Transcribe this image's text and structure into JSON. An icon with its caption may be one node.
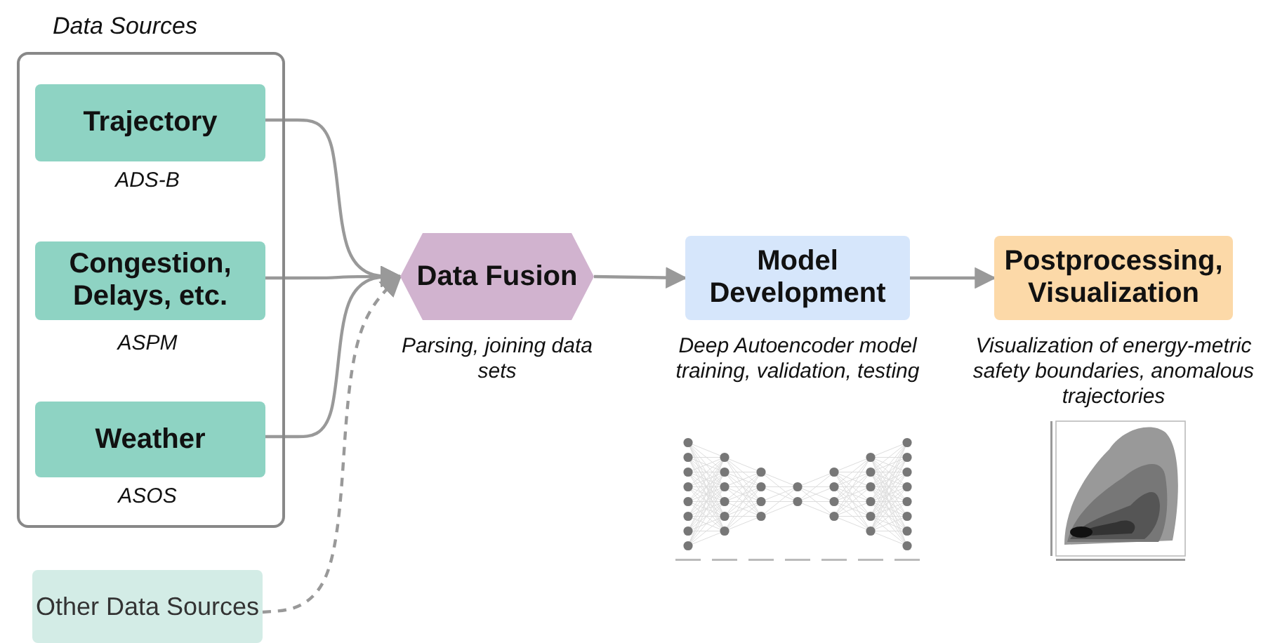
{
  "diagram": {
    "nodes": [
      {
        "text": [
          "Data Sources"
        ]
      },
      {
        "text": [
          "Trajectory"
        ],
        "in": 0,
        "beside": [
          "ADS-B"
        ]
      },
      {
        "text": [
          "Congestion, Delays, etc."
        ],
        "in": 0,
        "beside": [
          "ASPM"
        ]
      },
      {
        "text": [
          "Weather"
        ],
        "in": 0,
        "beside": [
          "ASOS"
        ]
      },
      {
        "text": [
          "Other Data Sources"
        ]
      },
      {
        "text": [
          "Data Fusion"
        ],
        "beside": [
          "Parsing, joining data sets"
        ]
      },
      {
        "text": [
          "Model Development"
        ],
        "beside": [
          "Deep Autoencoder model training, validation, testing"
        ]
      },
      {
        "text": [
          "Postprocessing, Visualization"
        ],
        "beside": [
          "Visualization of energy-metric safety boundaries, anomalous trajectories"
        ]
      }
    ],
    "edges": [
      {
        "from": 1,
        "to": 5,
        "arrow": "to"
      },
      {
        "from": 2,
        "to": 5,
        "arrow": "to"
      },
      {
        "from": 3,
        "to": 5,
        "arrow": "to"
      },
      {
        "from": 4,
        "to": 5,
        "arrow": "to",
        "style": "dashed"
      },
      {
        "from": 5,
        "to": 6,
        "arrow": "to"
      },
      {
        "from": 6,
        "to": 7,
        "arrow": "to"
      }
    ]
  }
}
